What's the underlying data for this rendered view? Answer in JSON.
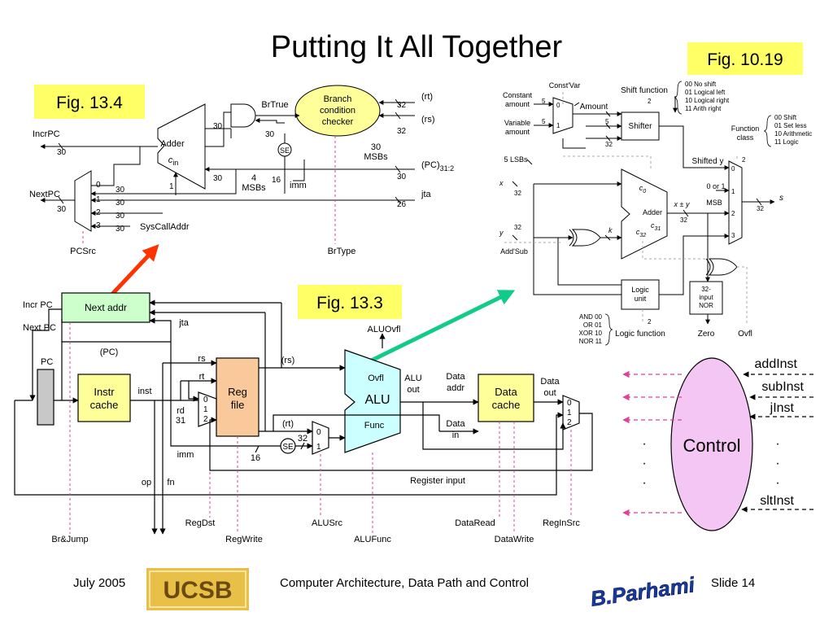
{
  "main": {
    "title": "Putting It All Together"
  },
  "fig13_4": {
    "label": "Fig. 13.4",
    "adder": [
      "Adder",
      "c",
      "in"
    ],
    "branch": [
      "Branch",
      "condition",
      "checker"
    ],
    "ind": [
      "BrType",
      "PCSrc",
      "BrTrue",
      "SE",
      "SysCallAddr",
      "imm",
      "jta",
      "IncrPC",
      "NextPC",
      "(rt)",
      "(rs)"
    ],
    "pc_range": [
      "(PC)",
      "31:2"
    ],
    "four_msbs": [
      "4",
      "MSBs"
    ],
    "thirty_msbs": [
      "30",
      "MSBs"
    ],
    "mux_inputs": [
      "0",
      "1",
      "2",
      "3"
    ],
    "widths": [
      "30",
      "30",
      "30",
      "30",
      "30",
      "30",
      "30",
      "30",
      "30",
      "1",
      "16",
      "32",
      "32",
      "26"
    ]
  },
  "fig10_19": {
    "label": "Fig. 10.19",
    "labels": [
      "Const'Var",
      "Constant",
      "amount",
      "Variable",
      "amount",
      "Amount",
      "Shift function",
      "Shifter",
      "Function",
      "class",
      "5 LSBs",
      "x",
      "y",
      "Add'Sub",
      "Adder",
      "c",
      "0",
      "c",
      "32",
      "c",
      "31",
      "k",
      "x ± y",
      "MSB",
      "0 or 1",
      "Shifted y",
      "s",
      "Logic",
      "unit",
      "32-",
      "input",
      "NOR",
      "Zero",
      "Ovfl",
      "Logic function"
    ],
    "shift_codes": [
      "00  No shift",
      "01  Logical left",
      "10  Logical right",
      "11  Arith right"
    ],
    "class_codes": [
      "00  Shift",
      "01  Set less",
      "10  Arithmetic",
      "11  Logic"
    ],
    "logic_codes": [
      "AND  00",
      "OR  01",
      "XOR  10",
      "NOR  11"
    ],
    "widths": [
      "5",
      "5",
      "5",
      "32",
      "32",
      "32",
      "32",
      "32",
      "2",
      "2",
      "2"
    ],
    "mux_digits": [
      "0",
      "1",
      "0",
      "1",
      "2",
      "3"
    ]
  },
  "fig13_3": {
    "label": "Fig. 13.3",
    "blocks": {
      "next_addr": "Next addr",
      "instr": [
        "Instr",
        "cache"
      ],
      "reg": [
        "Reg",
        "file"
      ],
      "alu": [
        "ALU",
        "Ovfl",
        "Func"
      ],
      "data": [
        "Data",
        "cache"
      ]
    },
    "labels": [
      "Incr PC",
      "Next PC",
      "PC",
      "(PC)",
      "jta",
      "inst",
      "rs",
      "rt",
      "rd",
      "31",
      "imm",
      "op",
      "fn",
      "16",
      "(rs)",
      "(rt)",
      "SE",
      "32",
      "ALUOvfl",
      "ALU",
      "out",
      "Data",
      "addr",
      "Data",
      "in",
      "Data",
      "out",
      "Register input"
    ],
    "mux_digits": [
      "0",
      "1",
      "2",
      "0",
      "1",
      "0",
      "1",
      "2"
    ],
    "controls": [
      "Br&Jump",
      "RegDst",
      "RegWrite",
      "ALUSrc",
      "ALUFunc",
      "DataRead",
      "DataWrite",
      "RegInSrc"
    ]
  },
  "control": {
    "label": "Control",
    "outputs": {
      "addInst": "addInst",
      "subInst": "subInst",
      "jInst": "jInst",
      "sltInst": "sltInst"
    },
    "dot": "·"
  },
  "footer": {
    "date": "July 2005",
    "logo": "UCSB",
    "course": "Computer Architecture, Data Path and Control",
    "author": "B.Parhami",
    "slide": "Slide 14"
  },
  "colors": {
    "fig_label_bg": "#FFFF66",
    "branch_checker": "#FFFF99",
    "next_addr": "#CCFFCC",
    "instr_cache": "#FFFF99",
    "reg_file": "#F9C99B",
    "alu": "#CCFFFF",
    "data_cache": "#FFFF99",
    "control": "#F4C6F4",
    "control_line": "#E0409A",
    "arrow_red": "#FF3300",
    "arrow_green": "#11CC88",
    "pc_register": "#C8C8C8",
    "logo_gold": "#E8C048",
    "logo_blue": "#1A3A9A"
  }
}
